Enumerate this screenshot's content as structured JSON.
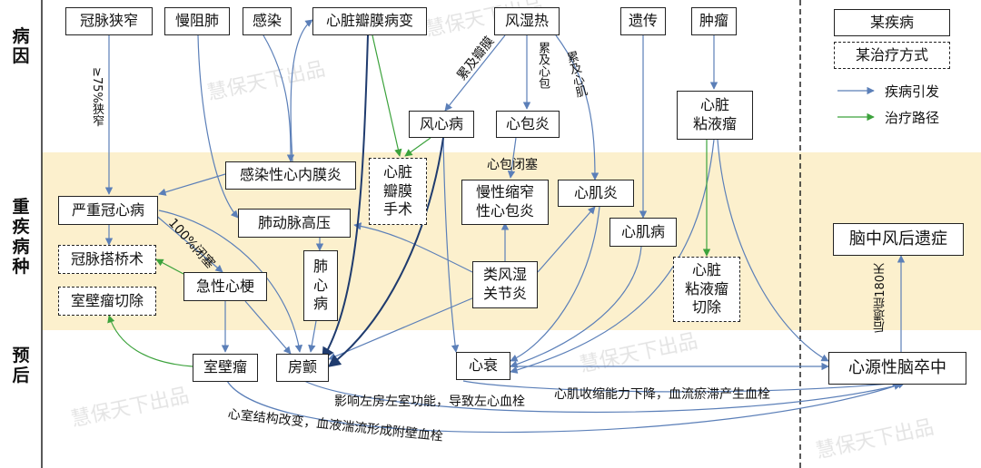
{
  "rows": [
    "病\n因",
    "重\n疾\n病\n种",
    "预\n后"
  ],
  "nodes": {
    "n_cad": "冠脉狭窄",
    "n_copd": "慢阻肺",
    "n_infect": "感染",
    "n_valve": "心脏瓣膜病变",
    "n_rheum": "风湿热",
    "n_gene": "遗传",
    "n_tumor": "肿瘤",
    "n_rhd": "风心病",
    "n_peri": "心包炎",
    "n_myxoma": "心脏\n粘液瘤",
    "n_ie": "感染性心内膜炎",
    "n_valvesurg": "心脏\n瓣膜\n手术",
    "n_severe": "严重冠心病",
    "n_ph": "肺动脉高压",
    "n_cp": "慢性缩窄\n性心包炎",
    "n_myo": "心肌炎",
    "n_cm": "心肌病",
    "n_cabg": "冠脉搭桥术",
    "n_ami": "急性心梗",
    "n_cor": "肺\n心\n病",
    "n_ra": "类风湿\n关节炎",
    "n_myxsurg": "心脏\n粘液瘤\n切除",
    "n_aneurysmsurg": "室壁瘤切除",
    "n_sequela": "脑中风后遗症",
    "n_aneurysm": "室壁瘤",
    "n_af": "房颤",
    "n_hf": "心衰",
    "n_stroke": "心源性脑卒中"
  },
  "labels": {
    "l_stenosis": "≥75%狭窄",
    "l_rhd": "累及瓣膜",
    "l_peri": "累及心包",
    "l_myo": "累及心肌",
    "l_constrict": "心包闭塞",
    "l_occl": "100%闭塞",
    "l_after": "后遗症180天",
    "l_hf_stroke": "心肌收缩能力下降，血流瘀滞产生血栓",
    "l_af_stroke": "影响左房左室功能，导致左心血栓",
    "l_an_stroke": "心室结构改变，血液湍流形成附壁血栓"
  },
  "legend": {
    "disease": "某疾病",
    "treatment": "某治疗方式",
    "cause": "疾病引发",
    "therapy": "治疗路径"
  },
  "watermark": "慧保天下出品",
  "colors": {
    "cause": "#5b7fb8",
    "therapy": "#3ca23c",
    "band": "#fcf0cd",
    "border": "#222222"
  }
}
